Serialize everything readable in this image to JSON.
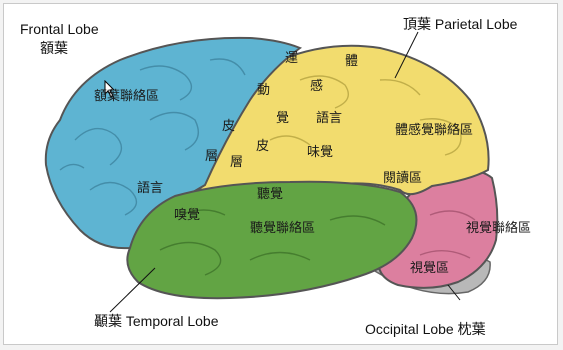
{
  "labels": {
    "frontal_en": "Frontal Lobe",
    "frontal_cn": "額葉",
    "parietal": "頂葉 Parietal Lobe",
    "temporal": "顳葉 Temporal Lobe",
    "occipital": "Occipital Lobe 枕葉"
  },
  "regions": {
    "frontal_assoc": "額葉聯絡區",
    "motor_1": "運",
    "motor_2": "動",
    "motor_3": "皮",
    "motor_4": "層",
    "sensory_1": "體",
    "sensory_2": "感",
    "sensory_3": "覺",
    "sensory_4": "皮",
    "sensory_5": "層",
    "speech": "語言",
    "language": "語言",
    "taste": "味覺",
    "somato_assoc": "體感覺聯絡區",
    "reading": "閱讀區",
    "hearing": "聽覺",
    "smell": "嗅覺",
    "auditory_assoc": "聽覺聯絡區",
    "visual_assoc": "視覺聯絡區",
    "visual": "視覺區"
  },
  "colors": {
    "frontal": "#5eb4d2",
    "parietal": "#f2dc6e",
    "temporal": "#62a444",
    "occipital": "#dc7f9f",
    "cerebellum": "#b8b8b8"
  }
}
